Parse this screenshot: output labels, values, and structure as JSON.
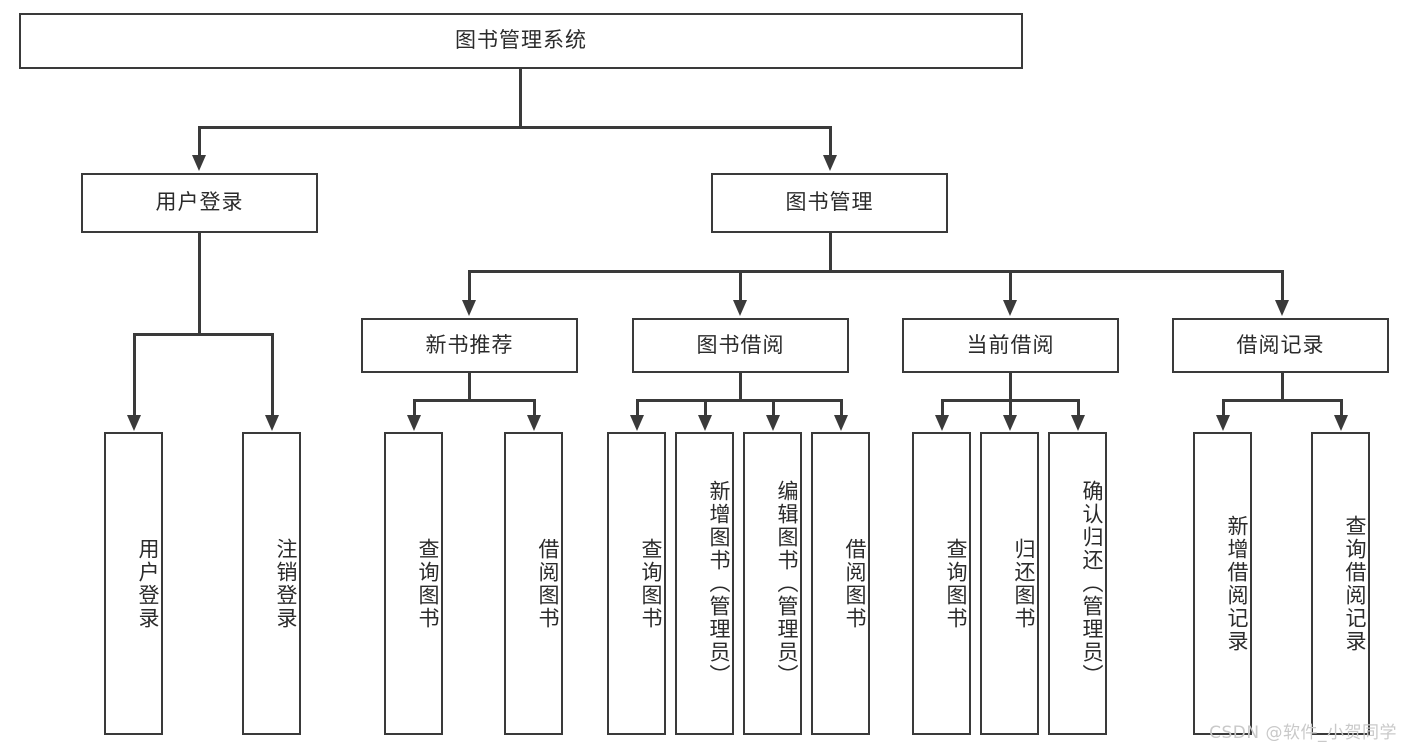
{
  "diagram": {
    "title": "图书管理系统",
    "root": {
      "label": "图书管理系统"
    },
    "level2": [
      {
        "label": "用户登录"
      },
      {
        "label": "图书管理"
      }
    ],
    "level3": [
      {
        "label": "新书推荐"
      },
      {
        "label": "图书借阅"
      },
      {
        "label": "当前借阅"
      },
      {
        "label": "借阅记录"
      }
    ],
    "leaves": [
      {
        "label": "用户登录"
      },
      {
        "label": "注销登录"
      },
      {
        "label": "查询图书"
      },
      {
        "label": "借阅图书"
      },
      {
        "label": "查询图书"
      },
      {
        "label": "新增图书（管理员）"
      },
      {
        "label": "编辑图书（管理员）"
      },
      {
        "label": "借阅图书"
      },
      {
        "label": "查询图书"
      },
      {
        "label": "归还图书"
      },
      {
        "label": "确认归还（管理员）"
      },
      {
        "label": "新增借阅记录"
      },
      {
        "label": "查询借阅记录"
      }
    ]
  },
  "watermark": {
    "text": "CSDN @软件_小贺同学"
  },
  "colors": {
    "stroke": "#3a3a3a",
    "background": "#ffffff",
    "text": "#2b2b2b",
    "watermark": "#c9c9c9"
  }
}
